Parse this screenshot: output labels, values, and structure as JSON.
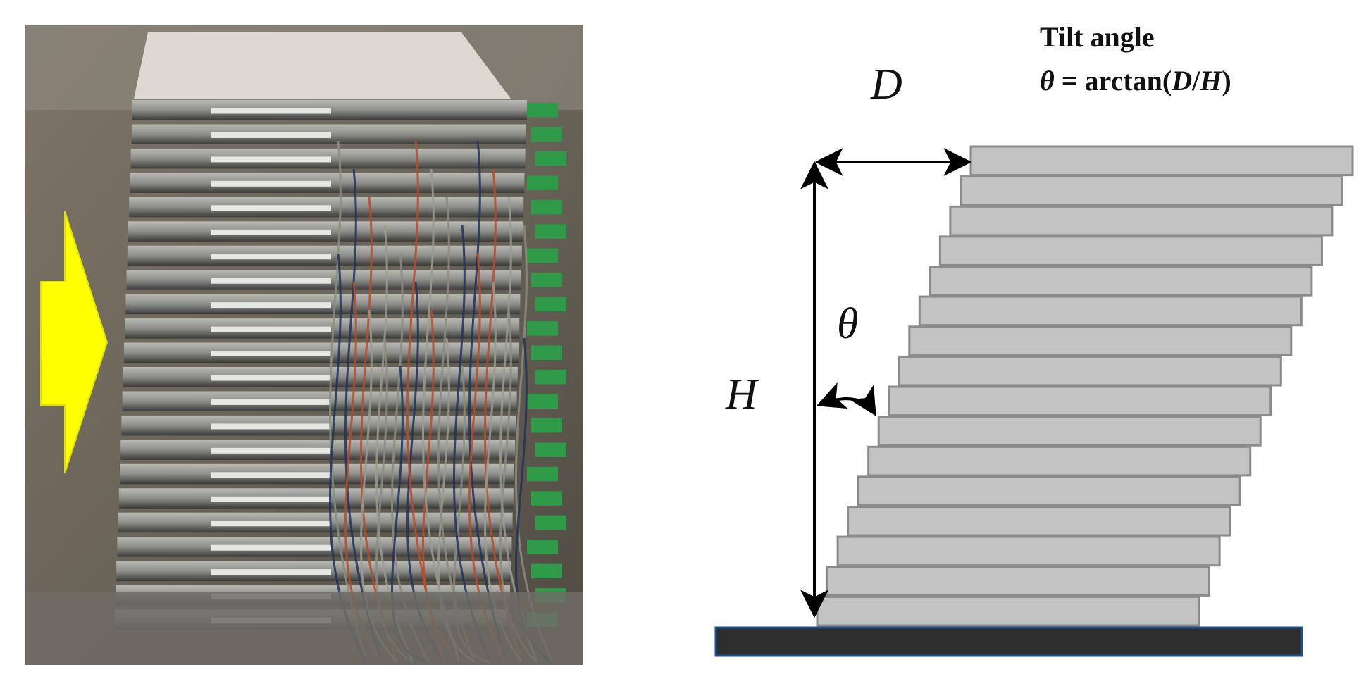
{
  "photo": {
    "description_icon": "detector-stack-photo",
    "arrow_color": "#ffff00"
  },
  "diagram": {
    "d_label": "D",
    "h_label": "H",
    "theta_label": "θ",
    "title_line1": "Tilt angle",
    "formula_theta": "θ",
    "formula_eq": " = arctan(",
    "formula_d": "D",
    "formula_slash": "/",
    "formula_h": "H",
    "formula_close": ")",
    "layer_count": 16,
    "layer_color": "#c3c3c3",
    "layer_stroke": "#8a8a8a",
    "base_color": "#2e2e2e",
    "base_edge": "#1e4f91"
  }
}
